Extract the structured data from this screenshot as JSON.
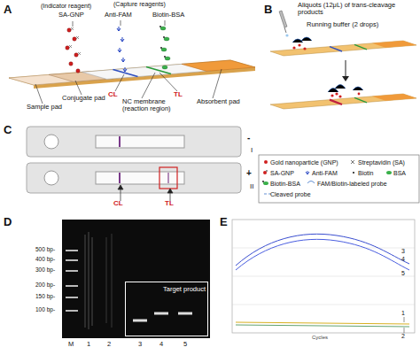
{
  "diagram": {
    "nodes": [
      {
        "text": [
          "Target product"
        ]
      }
    ],
    "labels": [
      "A",
      "(Indicator reagent)",
      "SA-GNP",
      "(Capture reagents)",
      "Anti-FAM",
      "Biotin-BSA",
      "CL",
      "TL",
      "Sample pad",
      "Conjugate pad",
      "NC membrane (reaction region)",
      "Absorbent pad",
      "B",
      "Aliquots (12μL) of trans-cleavage products",
      "Running buffer (2 drops)",
      "C",
      "-",
      "I",
      "+",
      "II",
      "CL",
      "TL",
      "D",
      "500 bp-",
      "400 bp-",
      "300 bp-",
      "200 bp-",
      "150 bp-",
      "100 bp-",
      "M",
      "1",
      "2",
      "3",
      "4",
      "5",
      "E",
      "3",
      "4",
      "5",
      "1",
      "2",
      "Cycles"
    ],
    "legend": [
      {
        "text": "Gold nanoparticle (GNP)"
      },
      {
        "text": "Streptavidin (SA)"
      },
      {
        "text": "SA-GNP"
      },
      {
        "text": "Anti-FAM"
      },
      {
        "text": "Biotin"
      },
      {
        "text": "BSA"
      },
      {
        "text": "Biotin-BSA"
      },
      {
        "text": "FAM/Biotin-labeled probe"
      },
      {
        "text": "Cleaved probe"
      }
    ]
  }
}
